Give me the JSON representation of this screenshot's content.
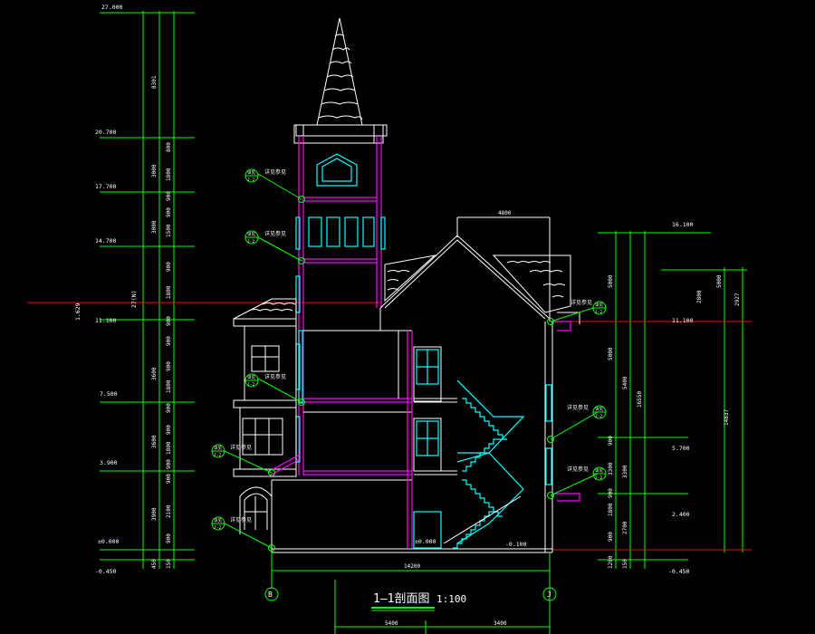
{
  "title": "1—1剖面图",
  "scale": "1:100",
  "axes": {
    "left": "B",
    "right": "J"
  },
  "bottom_dims": {
    "overall": "14200",
    "left": "5400",
    "right": "3400"
  },
  "top_dim": "4800",
  "left_levels": [
    "27.000",
    "20.700",
    "17.700",
    "14.700",
    "11.100",
    "7.500",
    "3.900",
    "±0.000",
    "-0.450"
  ],
  "left_level_extra": "1.629",
  "left_dims_outer": [
    "8301",
    "3000",
    "3000",
    "3600",
    "3600",
    "3900"
  ],
  "left_dims_inner": [
    "800",
    "1800",
    "900",
    "900",
    "1500",
    "900",
    "1800",
    "900",
    "900",
    "900",
    "1800",
    "900",
    "900",
    "1800",
    "900",
    "900",
    "2100",
    "900",
    "450",
    "150"
  ],
  "left_total": "27(N)",
  "right_levels": [
    "16.100",
    "11.100",
    "5.700",
    "2.400",
    "-0.450"
  ],
  "right_dims_a": [
    "5000",
    "5400",
    "3300",
    "2700",
    "150"
  ],
  "right_dims_b": [
    "5000",
    "3300",
    "900",
    "900",
    "1800",
    "900",
    "1200"
  ],
  "right_dims_c": [
    "2800",
    "5000",
    "2927"
  ],
  "right_totals": [
    "16550",
    "14837"
  ],
  "floor_mark": "±0.000",
  "ground_mark": "-0.100",
  "ref_note": "详见参见",
  "ref_bubble_top": "详见",
  "ref_bubble_bottom": "J-2"
}
